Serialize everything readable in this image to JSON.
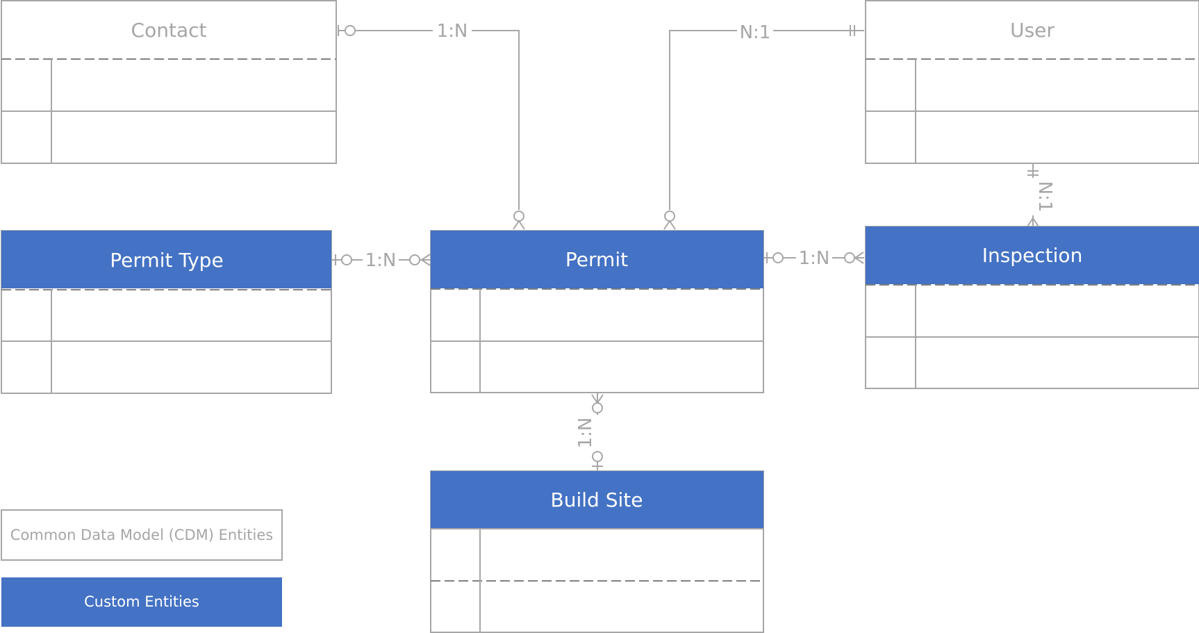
{
  "colors": {
    "custom_fill": "#4472c4",
    "line": "#a6a6a6",
    "cdm_text": "#a6a6a6",
    "custom_text": "#ffffff"
  },
  "entities": {
    "contact": "Contact",
    "user": "User",
    "permit_type": "Permit Type",
    "permit": "Permit",
    "inspection": "Inspection",
    "build_site": "Build Site"
  },
  "relationships": {
    "contact_permit": "1:N",
    "user_permit": "N:1",
    "user_inspection": "N:1",
    "permit_type_permit": "1:N",
    "permit_inspection": "1:N",
    "permit_build_site": "1:N"
  },
  "legend": {
    "cdm": "Common Data Model (CDM) Entities",
    "custom": "Custom Entities"
  }
}
